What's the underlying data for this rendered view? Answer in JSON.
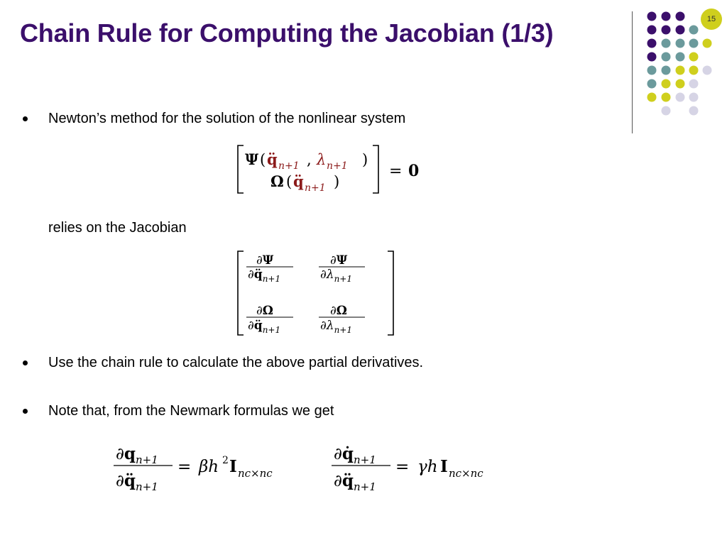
{
  "slide": {
    "title": "Chain Rule for Computing the Jacobian (1/3)",
    "number": "15"
  },
  "bullets": [
    {
      "text": "Newton’s method for the solution of the nonlinear system"
    },
    {
      "text": "Use the chain rule to calculate the above partial derivatives."
    },
    {
      "text": "Note that, from the Newmark formulas we get"
    }
  ],
  "body": {
    "relies_text": "relies on the Jacobian"
  },
  "colors": {
    "title": "#3b0f6b",
    "dot_purple": "#3b0f6b",
    "dot_teal": "#6b9a9c",
    "dot_olive": "#cfcf1d",
    "dot_lavender": "#d6d4e5",
    "math_red": "#8b1a1a"
  }
}
